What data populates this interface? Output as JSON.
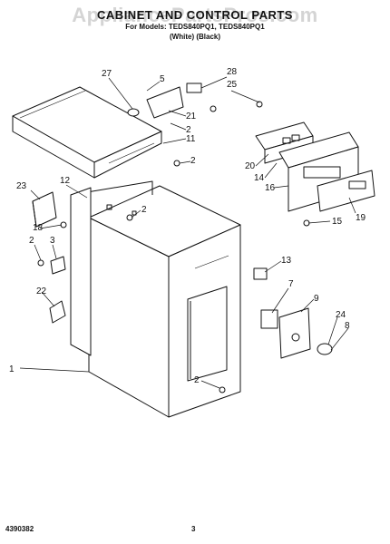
{
  "header": {
    "title": "CABINET AND CONTROL PARTS",
    "subtitle_models": "For Models: TEDS840PQ1, TEDS840PQ1",
    "subtitle_colors": "(White)   (Black)",
    "watermark": "AppliancePartsPros.com"
  },
  "footer": {
    "doc_number": "4390382",
    "page_number": "3"
  },
  "callouts": [
    "27",
    "5",
    "28",
    "25",
    "21",
    "2",
    "11",
    "2",
    "23",
    "12",
    "2",
    "20",
    "14",
    "16",
    "15",
    "19",
    "18",
    "2",
    "3",
    "13",
    "7",
    "9",
    "22",
    "24",
    "8",
    "1",
    "2"
  ]
}
